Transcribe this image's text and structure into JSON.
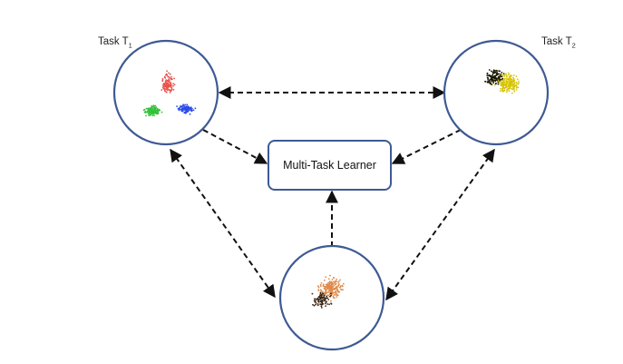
{
  "labels": {
    "task1_main": "Task T",
    "task1_sub": "1",
    "task2_main": "Task T",
    "task2_sub": "2"
  },
  "learner": {
    "label": "Multi-Task Learner"
  },
  "colors": {
    "circle_border": "#3e5a94",
    "box_border": "#3e5a94",
    "arrow": "#111111",
    "task1_clusters": [
      "#e8524a",
      "#34c23a",
      "#2b4de6"
    ],
    "task2_clusters": [
      "#d8c400",
      "#1a1a00"
    ],
    "task3_clusters": [
      "#e08a4a",
      "#3a2410"
    ]
  },
  "nodes": [
    {
      "id": "task1",
      "name": "task-t1-node",
      "clusters": [
        "red",
        "green",
        "blue"
      ]
    },
    {
      "id": "task2",
      "name": "task-t2-node",
      "clusters": [
        "yellow",
        "dark-olive"
      ]
    },
    {
      "id": "task3",
      "name": "task-t3-node",
      "clusters": [
        "orange",
        "dark-brown"
      ]
    },
    {
      "id": "learner",
      "name": "multi-task-learner-box"
    }
  ],
  "edges": [
    {
      "from": "task1",
      "to": "task2",
      "style": "dashed",
      "direction": "both"
    },
    {
      "from": "task1",
      "to": "learner",
      "style": "dashed",
      "direction": "to"
    },
    {
      "from": "task2",
      "to": "learner",
      "style": "dashed",
      "direction": "to"
    },
    {
      "from": "task3",
      "to": "learner",
      "style": "dashed",
      "direction": "to"
    },
    {
      "from": "task1",
      "to": "task3",
      "style": "dashed",
      "direction": "both"
    },
    {
      "from": "task2",
      "to": "task3",
      "style": "dashed",
      "direction": "both"
    }
  ]
}
